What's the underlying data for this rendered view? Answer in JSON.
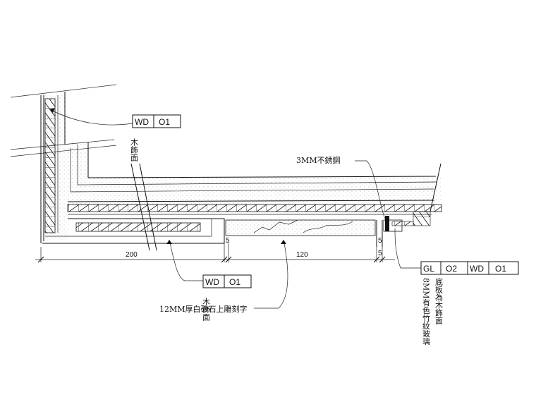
{
  "tags": {
    "wd01_top": {
      "code": "WD",
      "num": "O1",
      "label": "木飾面"
    },
    "wd01_bottom": {
      "code": "WD",
      "num": "O1",
      "label": "木飾面"
    },
    "gl02": {
      "code": "GL",
      "num": "O2"
    },
    "wd01_right": {
      "code": "WD",
      "num": "O1"
    }
  },
  "notes": {
    "steel": "3MM不銹鋼",
    "stone": "12MM厚白砂石上雕刻字",
    "glass_col1": "8MM有色竹紋玻璃",
    "glass_col2": "底板為木飾面"
  },
  "dimensions": {
    "d200": "200",
    "d120": "120",
    "d5a": "5",
    "d5b": "5",
    "d5c": "5"
  }
}
